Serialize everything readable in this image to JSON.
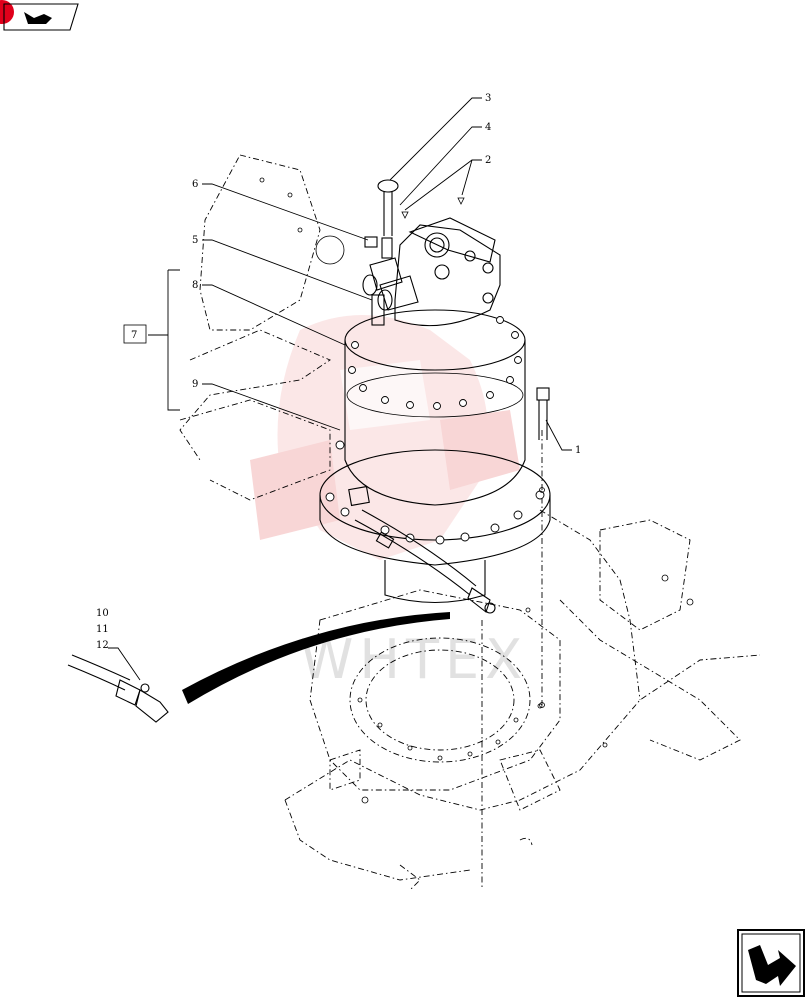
{
  "diagram": {
    "callouts": [
      {
        "id": "c1",
        "label": "1"
      },
      {
        "id": "c2",
        "label": "2"
      },
      {
        "id": "c3",
        "label": "3"
      },
      {
        "id": "c4",
        "label": "4"
      },
      {
        "id": "c5",
        "label": "5"
      },
      {
        "id": "c6",
        "label": "6"
      },
      {
        "id": "c7",
        "label": "7"
      },
      {
        "id": "c8",
        "label": "8"
      },
      {
        "id": "c9",
        "label": "9"
      },
      {
        "id": "c10",
        "label": "10"
      },
      {
        "id": "c11",
        "label": "11"
      },
      {
        "id": "c12",
        "label": "12"
      }
    ],
    "watermark": "WHTEX"
  },
  "icons": {
    "top_left": "page-arrow-icon",
    "bottom_right": "next-page-arrow-icon",
    "badge_color": "#e0001b",
    "watermark_color": "#f3b5b5"
  }
}
